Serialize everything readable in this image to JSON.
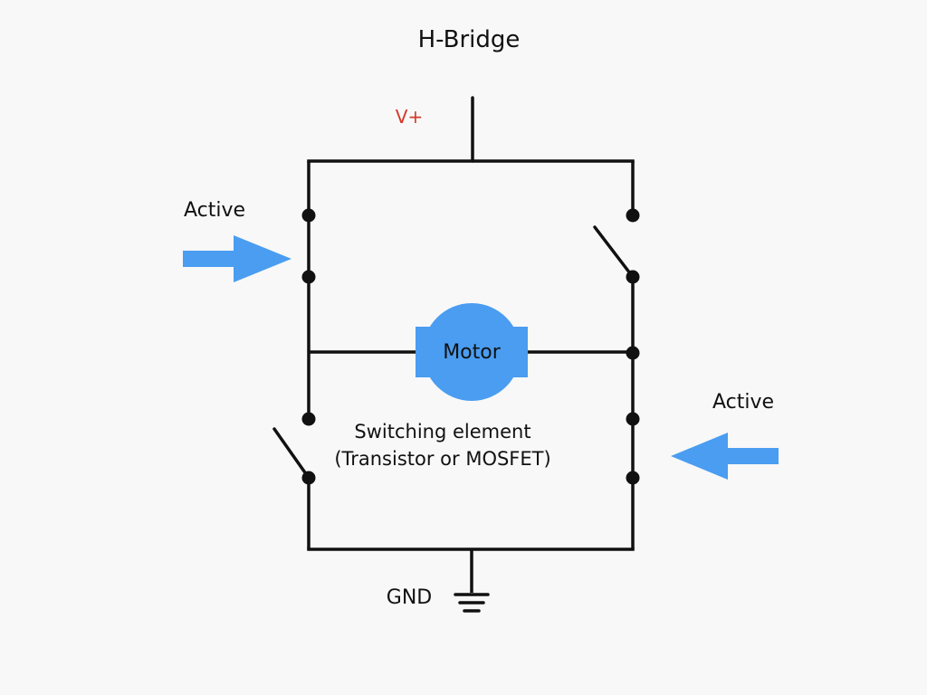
{
  "diagram": {
    "title": "H-Bridge",
    "supply_label": "V+",
    "ground_label": "GND",
    "motor_label": "Motor",
    "active_left_label": "Active",
    "active_right_label": "Active",
    "switch_note_line1": "Switching element",
    "switch_note_line2": "(Transistor or MOSFET)"
  },
  "colors": {
    "wire": "#111111",
    "motor": "#4a9df0",
    "arrow": "#4a9df0",
    "supply_text": "#d23a2a",
    "background": "#f8f8f8"
  },
  "icons": {
    "ground": "ground-symbol-icon",
    "arrow_left": "arrow-right-icon",
    "arrow_right": "arrow-left-icon",
    "motor": "motor-icon"
  }
}
